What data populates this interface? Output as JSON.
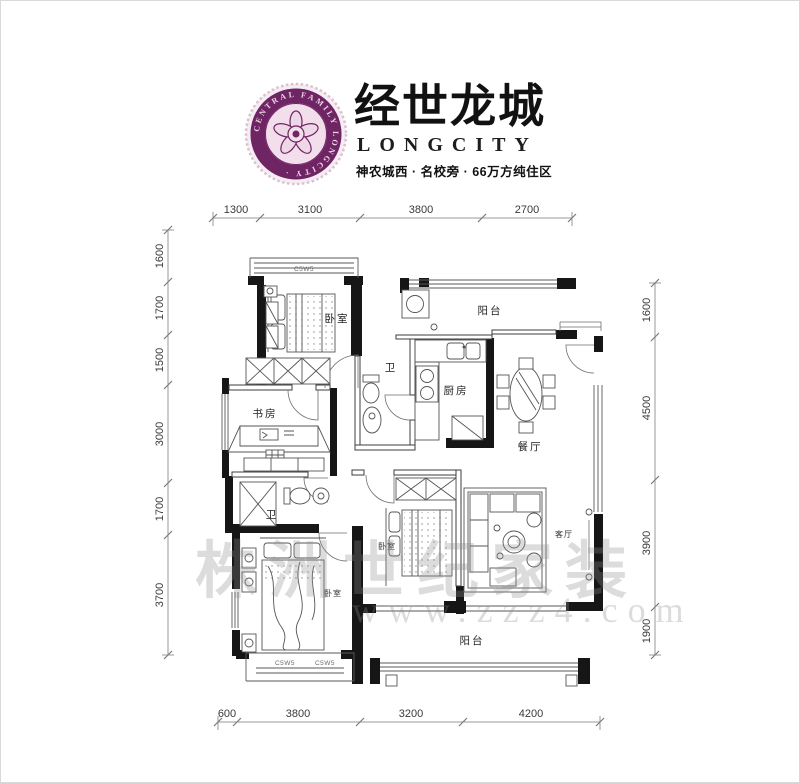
{
  "brand": {
    "name_cn": "经世龙城",
    "name_en": "LONGCITY",
    "tagline": "神农城西 · 名校旁 · 66万方纯住区",
    "seal_ring_text": "CENTRAL FAMILY LONGCITY ·",
    "seal_color": "#6f2463",
    "seal_bg": "#f3e3ee"
  },
  "dimensions": {
    "top": [
      "1300",
      "3100",
      "3800",
      "2700"
    ],
    "bottom": [
      "600",
      "3800",
      "3200",
      "4200"
    ],
    "left": [
      "1600",
      "1700",
      "1500",
      "3000",
      "1700",
      "3700"
    ],
    "right": [
      "1600",
      "4500",
      "3900",
      "1900"
    ]
  },
  "rooms": {
    "bedroom_top": "卧室",
    "bath_top": "卫",
    "kitchen": "厨房",
    "balcony_top": "阳台",
    "dining": "餐厅",
    "study": "书房",
    "bath_mid": "卫",
    "bedroom_mid": "卧室",
    "living": "客厅",
    "bedroom_bottom": "卧室",
    "balcony_bottom": "阳台"
  },
  "window_codes": {
    "bay_top": "C5W5",
    "bay_bottom_a": "C5W5",
    "bay_bottom_b": "C5W5"
  },
  "watermark": {
    "line1": "株洲世纪家装",
    "line2": "www.zzz4.com"
  }
}
